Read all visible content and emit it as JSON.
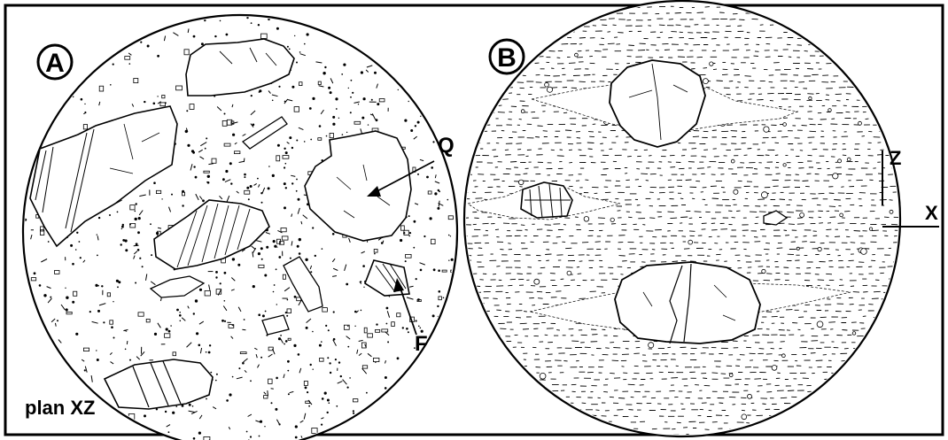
{
  "figure": {
    "panel_a": {
      "badge": "A",
      "label_quartz": "Q",
      "label_feldspar": "F",
      "plane_label": "plan XZ"
    },
    "panel_b": {
      "badge": "B"
    },
    "axes": {
      "z_label": "Z",
      "x_label": "X"
    }
  },
  "colors": {
    "ink": "#000000",
    "paper": "#ffffff"
  }
}
